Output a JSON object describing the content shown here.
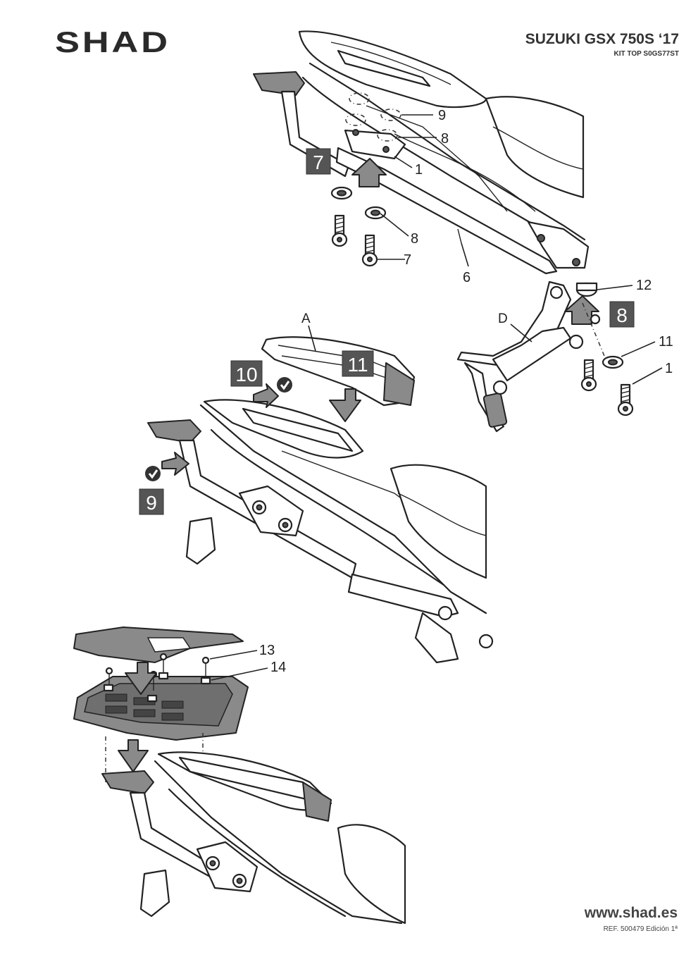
{
  "header": {
    "brand": "SHAD",
    "model": "SUZUKI GSX 750S ‘17",
    "kit": "KIT TOP S0GS77ST"
  },
  "footer": {
    "website": "www.shad.es",
    "reference": "REF. 500479 Edición 1ª"
  },
  "steps": {
    "s7": "7",
    "s8": "8",
    "s9": "9",
    "s10": "10",
    "s11": "11"
  },
  "callouts": {
    "c1": "1",
    "c6": "6",
    "c7": "7",
    "c8a": "8",
    "c8b": "8",
    "c9": "9",
    "c11": "11",
    "c12": "12",
    "c13": "13",
    "c14": "14",
    "c_partial": "1",
    "letter_a": "A",
    "letter_d": "D"
  },
  "colors": {
    "step_box": "#555555",
    "ink": "#222222",
    "background": "#ffffff"
  },
  "icons": {
    "check": "check-circle-icon",
    "arrow": "push-arrow-icon"
  }
}
